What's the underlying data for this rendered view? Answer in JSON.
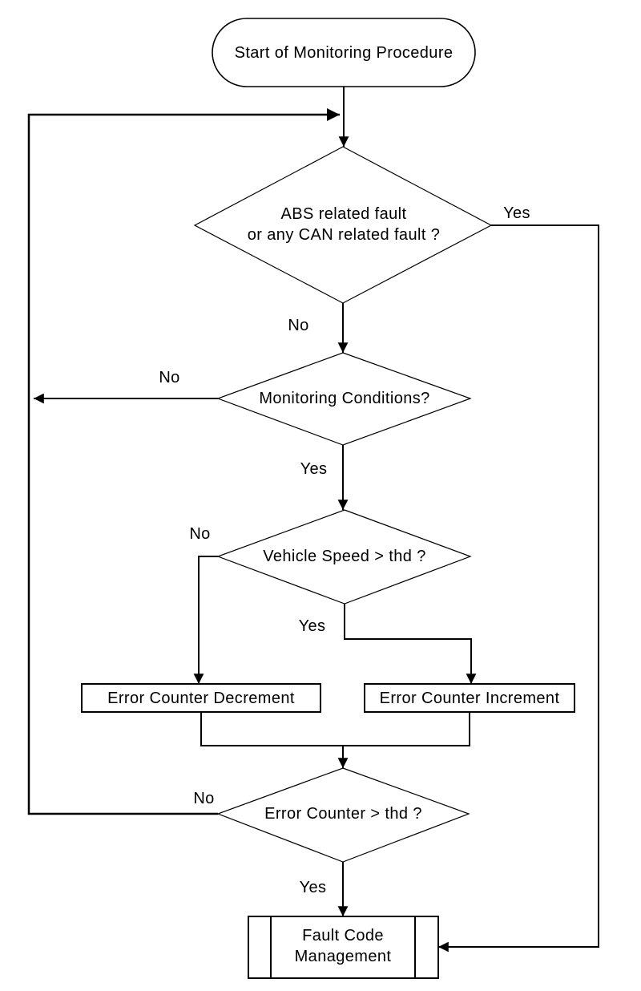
{
  "diagram": {
    "kind": "flowchart",
    "colors": {
      "stroke": "#000000",
      "background": "#ffffff",
      "text": "#000000"
    },
    "nodes": {
      "start": {
        "type": "terminator",
        "label": "Start of Monitoring Procedure"
      },
      "fault_check": {
        "type": "decision",
        "label_line1": "ABS related fault",
        "label_line2": "or any CAN related fault ?"
      },
      "monitoring_conditions": {
        "type": "decision",
        "label": "Monitoring Conditions?"
      },
      "vehicle_speed": {
        "type": "decision",
        "label": "Vehicle Speed > thd ?"
      },
      "error_counter_decrement": {
        "type": "process",
        "label": "Error Counter Decrement"
      },
      "error_counter_increment": {
        "type": "process",
        "label": "Error Counter Increment"
      },
      "error_counter_check": {
        "type": "decision",
        "label": "Error Counter > thd ?"
      },
      "fault_code_management": {
        "type": "predefined_process",
        "label_line1": "Fault Code",
        "label_line2": "Management"
      }
    },
    "edge_labels": {
      "fault_check_yes": "Yes",
      "fault_check_no": "No",
      "monitoring_conditions_no": "No",
      "monitoring_conditions_yes": "Yes",
      "vehicle_speed_no": "No",
      "vehicle_speed_yes": "Yes",
      "error_counter_no": "No",
      "error_counter_yes": "Yes"
    }
  }
}
